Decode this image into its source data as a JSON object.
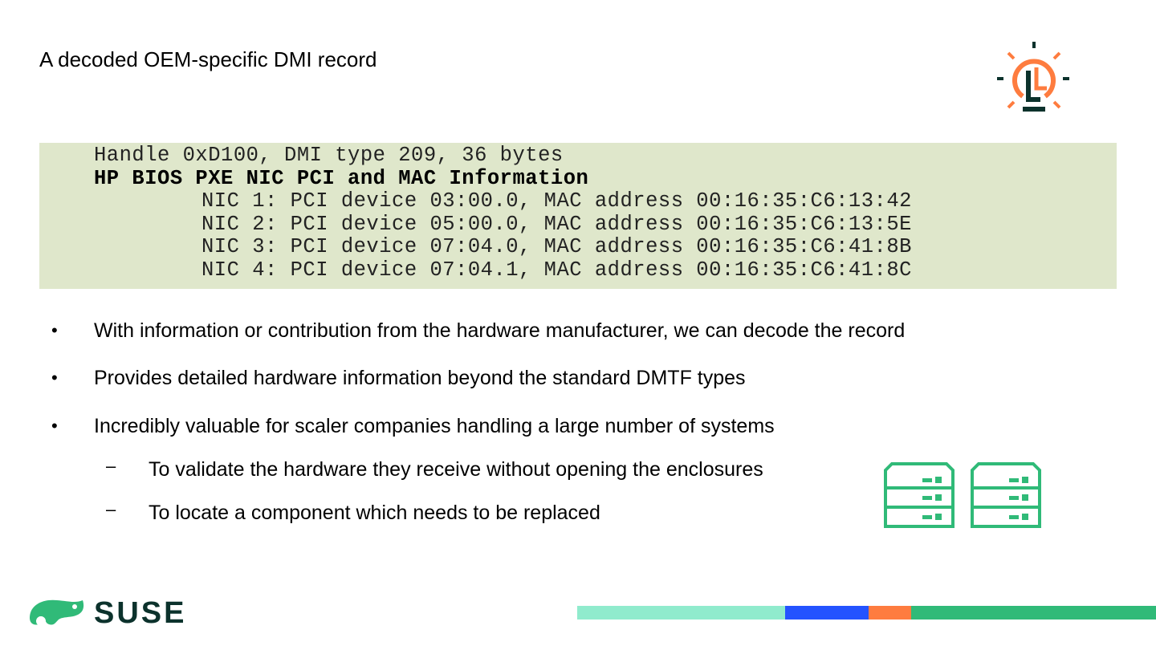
{
  "slide": {
    "title": "A decoded OEM-specific DMI record"
  },
  "code": {
    "handle_line": "Handle 0xD100, DMI type 209, 36 bytes",
    "record_title": "HP BIOS PXE NIC PCI and MAC Information",
    "nics": [
      "NIC 1: PCI device 03:00.0, MAC address 00:16:35:C6:13:42",
      "NIC 2: PCI device 05:00.0, MAC address 00:16:35:C6:13:5E",
      "NIC 3: PCI device 07:04.0, MAC address 00:16:35:C6:41:8B",
      "NIC 4: PCI device 07:04.1, MAC address 00:16:35:C6:41:8C"
    ]
  },
  "bullets": {
    "items": [
      "With information or contribution from the hardware manufacturer, we can decode the record",
      "Provides detailed hardware information beyond the standard DMTF types",
      "Incredibly valuable for scaler companies handling a large number of systems"
    ],
    "bullet_glyph": "•",
    "sub_glyph": "–",
    "sub_items": [
      "To validate the hardware they receive without opening the enclosures",
      "To locate a component which needs to be replaced"
    ]
  },
  "brand": {
    "logo_text": "SUSE",
    "icons": [
      "lightbulb-icon",
      "server-rack-icon",
      "chameleon-logo-icon"
    ]
  },
  "colors": {
    "code_background": "#dfe7cb",
    "suse_green": "#30ba78",
    "suse_dark": "#0c322c",
    "orange": "#fe7c3f",
    "blue": "#2453ff",
    "mint": "#90ebcd"
  }
}
